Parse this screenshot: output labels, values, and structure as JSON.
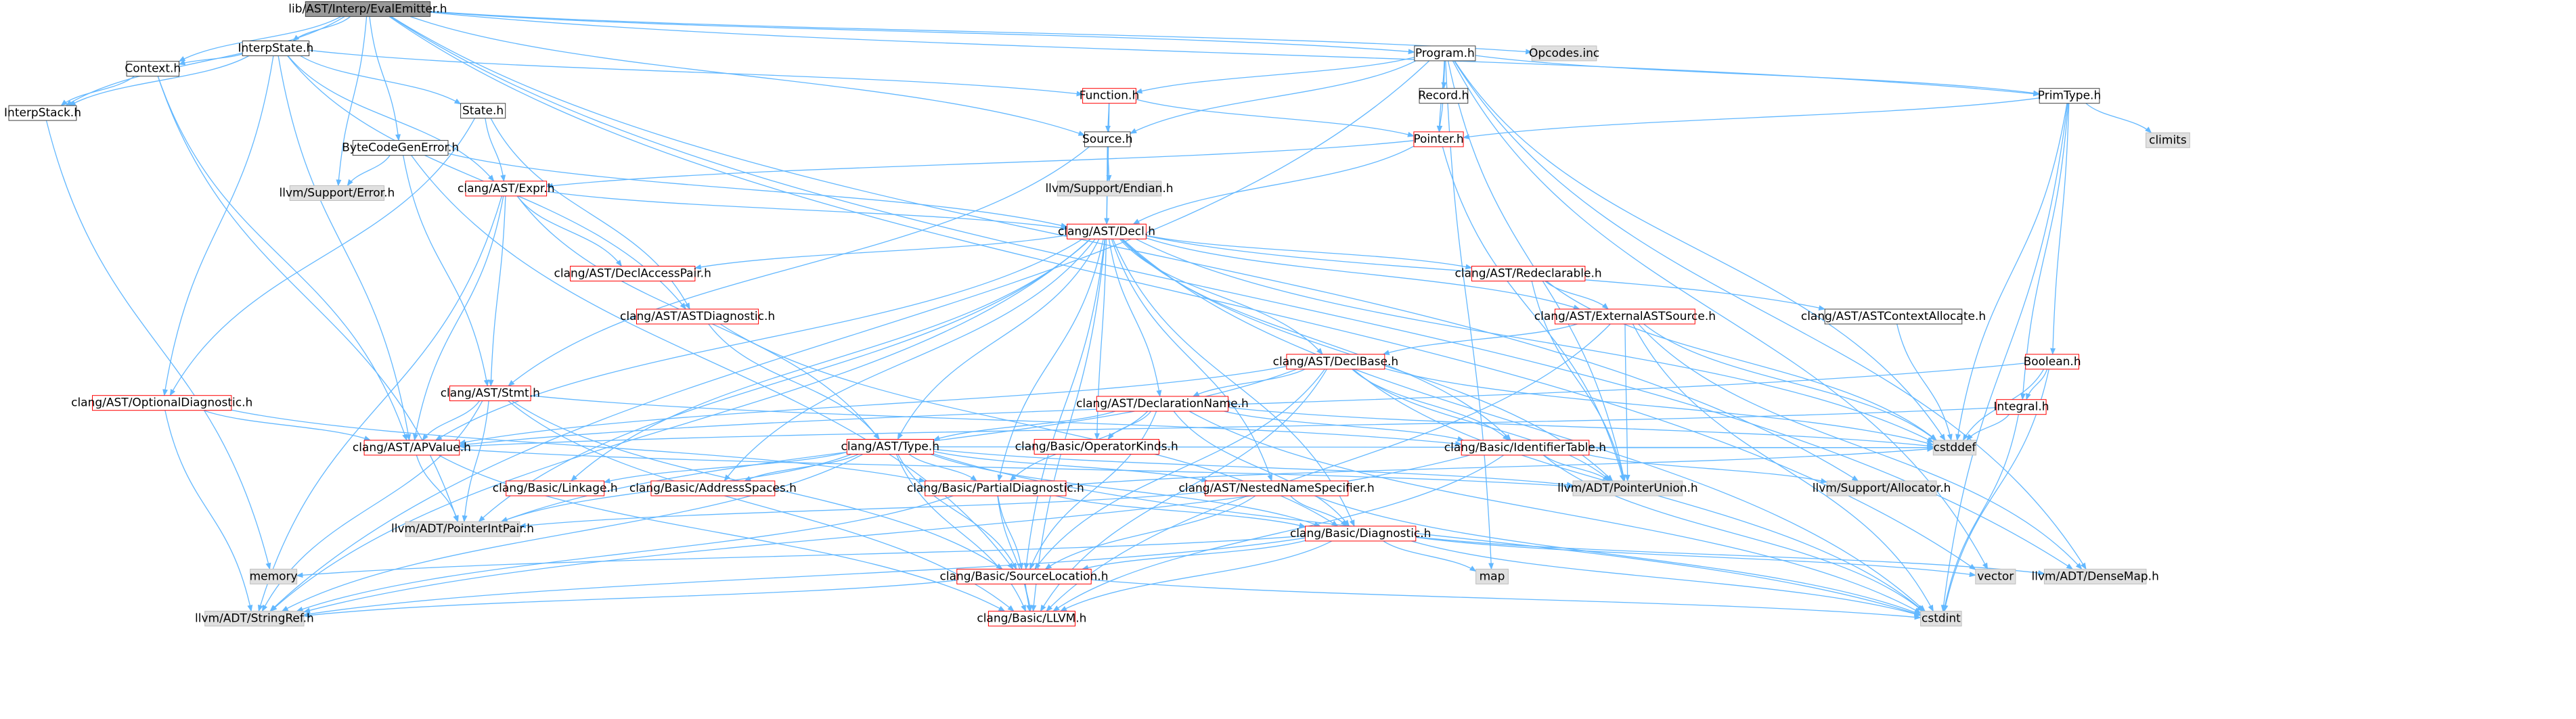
{
  "title": "lib/AST/Interp/EvalEmitter.h",
  "colors": {
    "edge": "#63b8ff",
    "node_fill": "#ffffff",
    "node_border_default": "#404040",
    "node_border_link": "#bfbfbf",
    "node_border_red": "#ff0000",
    "root_fill": "#999999",
    "system_fill": "#e0e0e0",
    "red_text": "#ff0000",
    "text": "#000000"
  },
  "nodes": [
    {
      "id": "evalemitter",
      "label": "lib/AST/Interp/EvalEmitter.h",
      "style": "root"
    },
    {
      "id": "interpstate",
      "label": "InterpState.h",
      "style": "plain"
    },
    {
      "id": "context",
      "label": "Context.h",
      "style": "plain"
    },
    {
      "id": "interpstack",
      "label": "InterpStack.h",
      "style": "plain"
    },
    {
      "id": "state",
      "label": "State.h",
      "style": "plain"
    },
    {
      "id": "bytecodegenerror",
      "label": "ByteCodeGenError.h",
      "style": "plain"
    },
    {
      "id": "program",
      "label": "Program.h",
      "style": "plain"
    },
    {
      "id": "opcodes",
      "label": "Opcodes.inc",
      "style": "system"
    },
    {
      "id": "function",
      "label": "Function.h",
      "style": "red"
    },
    {
      "id": "record",
      "label": "Record.h",
      "style": "plain"
    },
    {
      "id": "primtype",
      "label": "PrimType.h",
      "style": "plain"
    },
    {
      "id": "climits",
      "label": "climits",
      "style": "system"
    },
    {
      "id": "pointer",
      "label": "Pointer.h",
      "style": "red"
    },
    {
      "id": "source",
      "label": "Source.h",
      "style": "plain"
    },
    {
      "id": "endian",
      "label": "llvm/Support/Endian.h",
      "style": "system"
    },
    {
      "id": "expr",
      "label": "clang/AST/Expr.h",
      "style": "red"
    },
    {
      "id": "llvmerror",
      "label": "llvm/Support/Error.h",
      "style": "system"
    },
    {
      "id": "decl",
      "label": "clang/AST/Decl.h",
      "style": "red"
    },
    {
      "id": "declaccesspair",
      "label": "clang/AST/DeclAccessPair.h",
      "style": "red"
    },
    {
      "id": "astdiagnostic",
      "label": "clang/AST/ASTDiagnostic.h",
      "style": "red"
    },
    {
      "id": "redeclarable",
      "label": "clang/AST/Redeclarable.h",
      "style": "red"
    },
    {
      "id": "externalastsource",
      "label": "clang/AST/ExternalASTSource.h",
      "style": "red"
    },
    {
      "id": "astcontextallocate",
      "label": "clang/AST/ASTContextAllocate.h",
      "style": "plain"
    },
    {
      "id": "declbase",
      "label": "clang/AST/DeclBase.h",
      "style": "red"
    },
    {
      "id": "boolean",
      "label": "Boolean.h",
      "style": "red"
    },
    {
      "id": "integral",
      "label": "Integral.h",
      "style": "red"
    },
    {
      "id": "optionaldiagnostic",
      "label": "clang/AST/OptionalDiagnostic.h",
      "style": "red"
    },
    {
      "id": "stmt",
      "label": "clang/AST/Stmt.h",
      "style": "red"
    },
    {
      "id": "declarationname",
      "label": "clang/AST/DeclarationName.h",
      "style": "red"
    },
    {
      "id": "apvalue",
      "label": "clang/AST/APValue.h",
      "style": "red"
    },
    {
      "id": "type",
      "label": "clang/AST/Type.h",
      "style": "red"
    },
    {
      "id": "operatorkinds",
      "label": "clang/Basic/OperatorKinds.h",
      "style": "red"
    },
    {
      "id": "identifiertable",
      "label": "clang/Basic/IdentifierTable.h",
      "style": "red"
    },
    {
      "id": "cstddef",
      "label": "cstddef",
      "style": "system"
    },
    {
      "id": "linkage",
      "label": "clang/Basic/Linkage.h",
      "style": "red"
    },
    {
      "id": "addressspaces",
      "label": "clang/Basic/AddressSpaces.h",
      "style": "red"
    },
    {
      "id": "partialdiagnostic",
      "label": "clang/Basic/PartialDiagnostic.h",
      "style": "red"
    },
    {
      "id": "nestednamespecifier",
      "label": "clang/AST/NestedNameSpecifier.h",
      "style": "red"
    },
    {
      "id": "pointerunion",
      "label": "llvm/ADT/PointerUnion.h",
      "style": "system"
    },
    {
      "id": "allocator",
      "label": "llvm/Support/Allocator.h",
      "style": "system"
    },
    {
      "id": "pointerintpair",
      "label": "llvm/ADT/PointerIntPair.h",
      "style": "system"
    },
    {
      "id": "diagnostic",
      "label": "clang/Basic/Diagnostic.h",
      "style": "red"
    },
    {
      "id": "memory",
      "label": "memory",
      "style": "system"
    },
    {
      "id": "map",
      "label": "map",
      "style": "system"
    },
    {
      "id": "vector",
      "label": "vector",
      "style": "system"
    },
    {
      "id": "densemap",
      "label": "llvm/ADT/DenseMap.h",
      "style": "system"
    },
    {
      "id": "sourcelocation",
      "label": "clang/Basic/SourceLocation.h",
      "style": "red"
    },
    {
      "id": "stringref",
      "label": "llvm/ADT/StringRef.h",
      "style": "system"
    },
    {
      "id": "llvmh",
      "label": "clang/Basic/LLVM.h",
      "style": "red"
    },
    {
      "id": "cstdint",
      "label": "cstdint",
      "style": "system"
    }
  ],
  "edges": [
    [
      "evalemitter",
      "interpstate"
    ],
    [
      "evalemitter",
      "context"
    ],
    [
      "evalemitter",
      "interpstack"
    ],
    [
      "evalemitter",
      "program"
    ],
    [
      "evalemitter",
      "opcodes"
    ],
    [
      "evalemitter",
      "source"
    ],
    [
      "evalemitter",
      "bytecodegenerror"
    ],
    [
      "evalemitter",
      "llvmerror"
    ],
    [
      "evalemitter",
      "primtype"
    ],
    [
      "evalemitter",
      "densemap"
    ],
    [
      "evalemitter",
      "vector"
    ],
    [
      "evalemitter",
      "allocator"
    ],
    [
      "interpstate",
      "context"
    ],
    [
      "interpstate",
      "interpstack"
    ],
    [
      "interpstate",
      "state"
    ],
    [
      "interpstate",
      "function"
    ],
    [
      "interpstate",
      "expr"
    ],
    [
      "interpstate",
      "astdiagnostic"
    ],
    [
      "interpstate",
      "optionaldiagnostic"
    ],
    [
      "interpstate",
      "apvalue"
    ],
    [
      "context",
      "interpstack"
    ],
    [
      "context",
      "apvalue"
    ],
    [
      "context",
      "pointerintpair"
    ],
    [
      "interpstack",
      "memory"
    ],
    [
      "state",
      "expr"
    ],
    [
      "state",
      "astdiagnostic"
    ],
    [
      "state",
      "optionaldiagnostic"
    ],
    [
      "bytecodegenerror",
      "decl"
    ],
    [
      "bytecodegenerror",
      "stmt"
    ],
    [
      "bytecodegenerror",
      "llvmerror"
    ],
    [
      "bytecodegenerror",
      "sourcelocation"
    ],
    [
      "program",
      "function"
    ],
    [
      "program",
      "record"
    ],
    [
      "program",
      "pointer"
    ],
    [
      "program",
      "primtype"
    ],
    [
      "program",
      "source"
    ],
    [
      "program",
      "pointerunion"
    ],
    [
      "program",
      "stringref"
    ],
    [
      "program",
      "cstddef"
    ],
    [
      "program",
      "map"
    ],
    [
      "program",
      "vector"
    ],
    [
      "program",
      "densemap"
    ],
    [
      "function",
      "pointer"
    ],
    [
      "function",
      "source"
    ],
    [
      "function",
      "decl"
    ],
    [
      "record",
      "pointer"
    ],
    [
      "primtype",
      "pointer"
    ],
    [
      "primtype",
      "boolean"
    ],
    [
      "primtype",
      "integral"
    ],
    [
      "primtype",
      "climits"
    ],
    [
      "primtype",
      "cstddef"
    ],
    [
      "primtype",
      "cstdint"
    ],
    [
      "pointer",
      "expr"
    ],
    [
      "pointer",
      "decl"
    ],
    [
      "pointer",
      "pointerunion"
    ],
    [
      "source",
      "endian"
    ],
    [
      "source",
      "decl"
    ],
    [
      "source",
      "stmt"
    ],
    [
      "expr",
      "decl"
    ],
    [
      "expr",
      "declaccesspair"
    ],
    [
      "expr",
      "stmt"
    ],
    [
      "expr",
      "type"
    ],
    [
      "expr",
      "apvalue"
    ],
    [
      "expr",
      "stringref"
    ],
    [
      "decl",
      "declaccesspair"
    ],
    [
      "decl",
      "redeclarable"
    ],
    [
      "decl",
      "externalastsource"
    ],
    [
      "decl",
      "astcontextallocate"
    ],
    [
      "decl",
      "declbase"
    ],
    [
      "decl",
      "declarationname"
    ],
    [
      "decl",
      "type"
    ],
    [
      "decl",
      "nestednamespecifier"
    ],
    [
      "decl",
      "identifiertable"
    ],
    [
      "decl",
      "operatorkinds"
    ],
    [
      "decl",
      "partialdiagnostic"
    ],
    [
      "decl",
      "diagnostic"
    ],
    [
      "decl",
      "linkage"
    ],
    [
      "decl",
      "addressspaces"
    ],
    [
      "decl",
      "apvalue"
    ],
    [
      "decl",
      "pointerunion"
    ],
    [
      "decl",
      "pointerintpair"
    ],
    [
      "decl",
      "sourcelocation"
    ],
    [
      "decl",
      "stringref"
    ],
    [
      "decl",
      "llvmh"
    ],
    [
      "decl",
      "cstddef"
    ],
    [
      "decl",
      "cstdint"
    ],
    [
      "astdiagnostic",
      "type"
    ],
    [
      "astdiagnostic",
      "diagnostic"
    ],
    [
      "redeclarable",
      "externalastsource"
    ],
    [
      "redeclarable",
      "pointerunion"
    ],
    [
      "redeclarable",
      "cstddef"
    ],
    [
      "externalastsource",
      "declbase"
    ],
    [
      "externalastsource",
      "pointerunion"
    ],
    [
      "externalastsource",
      "densemap"
    ],
    [
      "externalastsource",
      "llvmh"
    ],
    [
      "externalastsource",
      "cstddef"
    ],
    [
      "externalastsource",
      "cstdint"
    ],
    [
      "astcontextallocate",
      "cstddef"
    ],
    [
      "declbase",
      "declarationname"
    ],
    [
      "declbase",
      "identifiertable"
    ],
    [
      "declbase",
      "apvalue"
    ],
    [
      "declbase",
      "pointerunion"
    ],
    [
      "declbase",
      "pointerintpair"
    ],
    [
      "declbase",
      "sourcelocation"
    ],
    [
      "declbase",
      "llvmh"
    ],
    [
      "declbase",
      "cstddef"
    ],
    [
      "declbase",
      "cstdint"
    ],
    [
      "boolean",
      "integral"
    ],
    [
      "boolean",
      "cstddef"
    ],
    [
      "boolean",
      "cstdint"
    ],
    [
      "boolean",
      "apvalue"
    ],
    [
      "integral",
      "cstddef"
    ],
    [
      "integral",
      "cstdint"
    ],
    [
      "integral",
      "apvalue"
    ],
    [
      "optionaldiagnostic",
      "apvalue"
    ],
    [
      "optionaldiagnostic",
      "partialdiagnostic"
    ],
    [
      "optionaldiagnostic",
      "stringref"
    ],
    [
      "stmt",
      "apvalue"
    ],
    [
      "stmt",
      "identifiertable"
    ],
    [
      "stmt",
      "sourcelocation"
    ],
    [
      "stmt",
      "stringref"
    ],
    [
      "stmt",
      "pointerintpair"
    ],
    [
      "stmt",
      "llvmh"
    ],
    [
      "declarationname",
      "type"
    ],
    [
      "declarationname",
      "operatorkinds"
    ],
    [
      "declarationname",
      "identifiertable"
    ],
    [
      "declarationname",
      "partialdiagnostic"
    ],
    [
      "declarationname",
      "diagnostic"
    ],
    [
      "declarationname",
      "sourcelocation"
    ],
    [
      "declarationname",
      "cstddef"
    ],
    [
      "declarationname",
      "cstdint"
    ],
    [
      "apvalue",
      "pointerunion"
    ],
    [
      "apvalue",
      "pointerintpair"
    ],
    [
      "apvalue",
      "llvmh"
    ],
    [
      "type",
      "linkage"
    ],
    [
      "type",
      "addressspaces"
    ],
    [
      "type",
      "partialdiagnostic"
    ],
    [
      "type",
      "nestednamespecifier"
    ],
    [
      "type",
      "diagnostic"
    ],
    [
      "type",
      "pointerunion"
    ],
    [
      "type",
      "pointerintpair"
    ],
    [
      "type",
      "sourcelocation"
    ],
    [
      "type",
      "stringref"
    ],
    [
      "type",
      "llvmh"
    ],
    [
      "type",
      "cstddef"
    ],
    [
      "type",
      "cstdint"
    ],
    [
      "identifiertable",
      "cstddef"
    ],
    [
      "identifiertable",
      "cstdint"
    ],
    [
      "identifiertable",
      "allocator"
    ],
    [
      "identifiertable",
      "pointerunion"
    ],
    [
      "identifiertable",
      "llvmh"
    ],
    [
      "identifiertable",
      "stringref"
    ],
    [
      "partialdiagnostic",
      "diagnostic"
    ],
    [
      "partialdiagnostic",
      "sourcelocation"
    ],
    [
      "partialdiagnostic",
      "llvmh"
    ],
    [
      "partialdiagnostic",
      "cstddef"
    ],
    [
      "partialdiagnostic",
      "stringref"
    ],
    [
      "nestednamespecifier",
      "diagnostic"
    ],
    [
      "nestednamespecifier",
      "sourcelocation"
    ],
    [
      "nestednamespecifier",
      "pointerintpair"
    ],
    [
      "nestednamespecifier",
      "cstdint"
    ],
    [
      "diagnostic",
      "sourcelocation"
    ],
    [
      "diagnostic",
      "memory"
    ],
    [
      "diagnostic",
      "map"
    ],
    [
      "diagnostic",
      "vector"
    ],
    [
      "diagnostic",
      "densemap"
    ],
    [
      "diagnostic",
      "cstdint"
    ],
    [
      "diagnostic",
      "stringref"
    ],
    [
      "diagnostic",
      "llvmh"
    ],
    [
      "sourcelocation",
      "stringref"
    ],
    [
      "sourcelocation",
      "llvmh"
    ],
    [
      "sourcelocation",
      "cstdint"
    ]
  ]
}
